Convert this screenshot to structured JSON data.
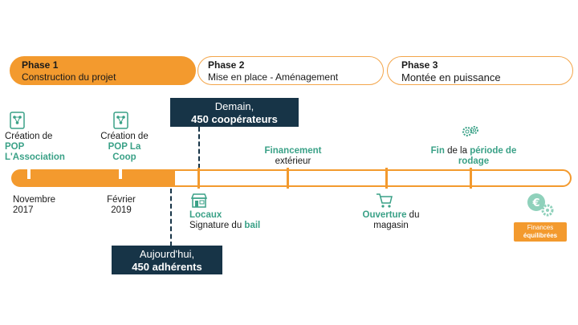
{
  "phases": [
    {
      "title": "Phase 1",
      "subtitle": "Construction du projet"
    },
    {
      "title": "Phase  2",
      "subtitle": "Mise en place - Aménagement"
    },
    {
      "title": "Phase 3",
      "subtitle": "Montée en puissance"
    }
  ],
  "milestones": {
    "creation_asso": {
      "prefix": "Création de",
      "highlight": "POP L'Association"
    },
    "creation_coop": {
      "prefix": "Création de",
      "highlight": "POP La Coop"
    },
    "financement": {
      "highlight": "Financement",
      "suffix": "extérieur"
    },
    "rodage": {
      "highlight1": "Fin",
      "middle": " de la ",
      "highlight2": "période de rodage"
    },
    "locaux": {
      "highlight": "Locaux",
      "line2_prefix": "Signature du ",
      "line2_highlight": "bail"
    },
    "ouverture": {
      "highlight": "Ouverture",
      "suffix": " du",
      "line2": "magasin"
    }
  },
  "dates": {
    "nov2017": {
      "month": "Novembre",
      "year": "2017"
    },
    "fev2019": {
      "month": "Février",
      "year": "2019"
    }
  },
  "callouts": {
    "demain": {
      "line1": "Demain,",
      "line2": "450 coopérateurs"
    },
    "aujourdhui": {
      "line1": "Aujourd'hui,",
      "line2": "450 adhérents"
    }
  },
  "finances_badge": {
    "line1": "Finances",
    "line2": "équilibrées"
  },
  "icons": [
    "network-doc-icon",
    "gears-icon",
    "shop-icon",
    "cart-icon",
    "euro-gear-icon"
  ],
  "colors": {
    "orange": "#f39a2e",
    "green": "#3aa187",
    "navy": "#173447"
  }
}
